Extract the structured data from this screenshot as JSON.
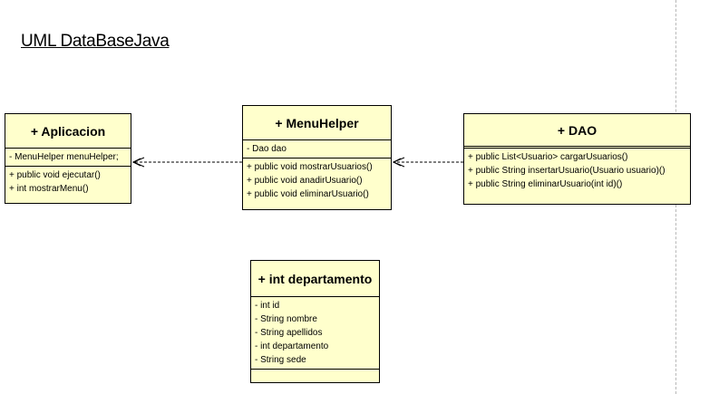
{
  "diagram": {
    "title": "UML DataBaseJava",
    "classes": {
      "aplicacion": {
        "name": "+ Aplicacion",
        "attributes": [
          "- MenuHelper menuHelper;"
        ],
        "operations": [
          "+ public void ejecutar()",
          "+ int mostrarMenu()"
        ]
      },
      "menuhelper": {
        "name": "+ MenuHelper",
        "attributes": [
          "- Dao dao"
        ],
        "operations": [
          "+ public void mostrarUsuarios()",
          "+ public void anadirUsuario()",
          "+ public void eliminarUsuario()"
        ]
      },
      "dao": {
        "name": "+ DAO",
        "attributes": [],
        "operations": [
          "+ public List<Usuario> cargarUsuarios()",
          "+ public String insertarUsuario(Usuario usuario)()",
          "+ public String eliminarUsuario(int id)()"
        ]
      },
      "departamento": {
        "name": "+ int departamento",
        "attributes": [
          "- int id",
          "- String nombre",
          "- String apellidos",
          "- int departamento",
          "- String sede"
        ],
        "operations": []
      }
    },
    "associations": [
      {
        "from": "menuhelper",
        "to": "aplicacion",
        "style": "dashed",
        "arrow": "open"
      },
      {
        "from": "dao",
        "to": "menuhelper",
        "style": "dashed",
        "arrow": "open"
      }
    ],
    "colors": {
      "class_fill": "#ffffcc",
      "border": "#000000",
      "page_edge": "#b8b8b8"
    }
  }
}
